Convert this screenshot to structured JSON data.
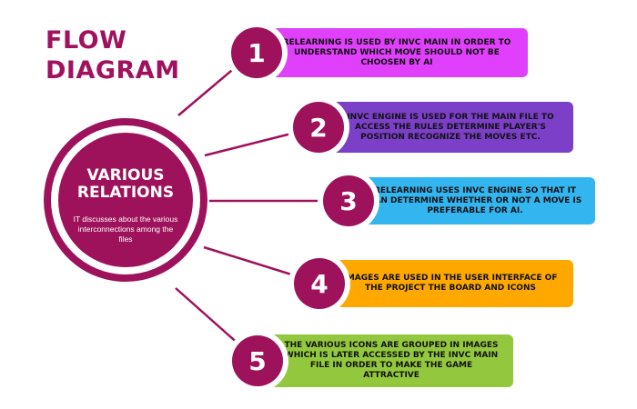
{
  "title": {
    "line1": "FLOW",
    "line2": "DIAGRAM"
  },
  "hub": {
    "title_line1": "VARIOUS",
    "title_line2": "RELATIONS",
    "subtitle": "IT discusses about the various interconnections among the files"
  },
  "steps": [
    {
      "number": "1",
      "text": "RELEARNING IS USED BY INVC MAIN IN ORDER TO UNDERSTAND WHICH MOVE SHOULD NOT BE CHOOSEN BY AI",
      "color": "#e040fb"
    },
    {
      "number": "2",
      "text": "INVC ENGINE IS USED FOR THE MAIN FILE TO ACCESS THE RULES DETERMINE PLAYER'S POSITION RECOGNIZE THE MOVES ETC.",
      "color": "#7b3fc8"
    },
    {
      "number": "3",
      "text": "RELEARNING USES INVC ENGINE SO THAT IT CAN DETERMINE WHETHER OR NOT A MOVE IS PREFERABLE FOR AI.",
      "color": "#33b5f0"
    },
    {
      "number": "4",
      "text": "IMAGES ARE USED IN THE USER INTERFACE OF THE PROJECT THE BOARD AND ICONS",
      "color": "#ffa800"
    },
    {
      "number": "5",
      "text": "THE VARIOUS ICONS ARE GROUPED IN IMAGES WHICH IS LATER ACCESSED BY THE INVC MAIN FILE IN ORDER TO MAKE THE GAME ATTRACTIVE",
      "color": "#93c83e"
    }
  ],
  "colors": {
    "accent": "#9e115b",
    "background": "#ffffff"
  }
}
